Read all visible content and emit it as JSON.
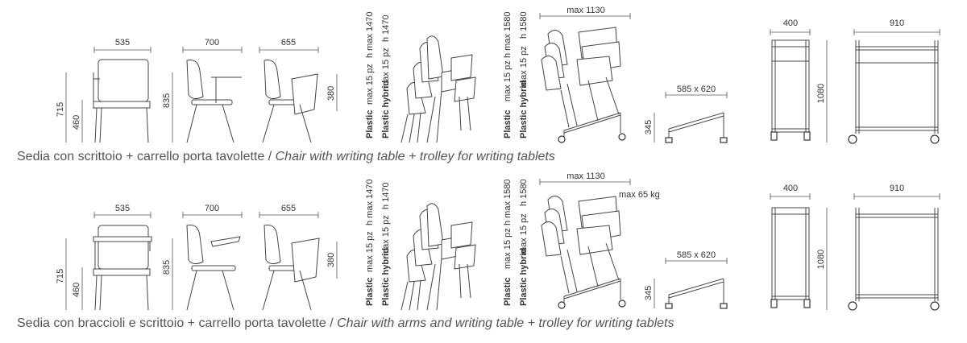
{
  "rows": [
    {
      "dims": {
        "w535": "535",
        "w700": "700",
        "w655": "655",
        "h715": "715",
        "h460": "460",
        "h835": "835",
        "h380": "380",
        "plastic_h": "h max 1470",
        "hybrid_h": "h 1470",
        "plastic_h2": "h max 1580",
        "hybrid_h2": "h 1580",
        "max_width": "max 1130",
        "tablet": "585 x 620",
        "h345": "345",
        "w400": "400",
        "h1080": "1080",
        "w910": "910"
      },
      "stack_label": {
        "plastic": "Plastic",
        "hybrid": "Plastic hybrid",
        "qty": "max 15 pz"
      },
      "caption_it": "Sedia con scrittoio + carrello porta tavolette / ",
      "caption_en": "Chair with writing table + trolley for writing tablets"
    },
    {
      "dims": {
        "w535": "535",
        "w700": "700",
        "w655": "655",
        "h715": "715",
        "h460": "460",
        "h835": "835",
        "h380": "380",
        "plastic_h": "h max 1470",
        "hybrid_h": "h 1470",
        "plastic_h2": "h max 1580",
        "hybrid_h2": "h 1580",
        "max_width": "max 1130",
        "max_load": "max 65 kg",
        "tablet": "585 x 620",
        "h345": "345",
        "w400": "400",
        "h1080": "1080",
        "w910": "910"
      },
      "stack_label": {
        "plastic": "Plastic",
        "hybrid": "Plastic hybrid",
        "qty": "max 15 pz"
      },
      "caption_it": "Sedia con braccioli e scrittoio + carrello porta tavolette / ",
      "caption_en": "Chair with arms and writing table + trolley for writing tablets"
    }
  ]
}
